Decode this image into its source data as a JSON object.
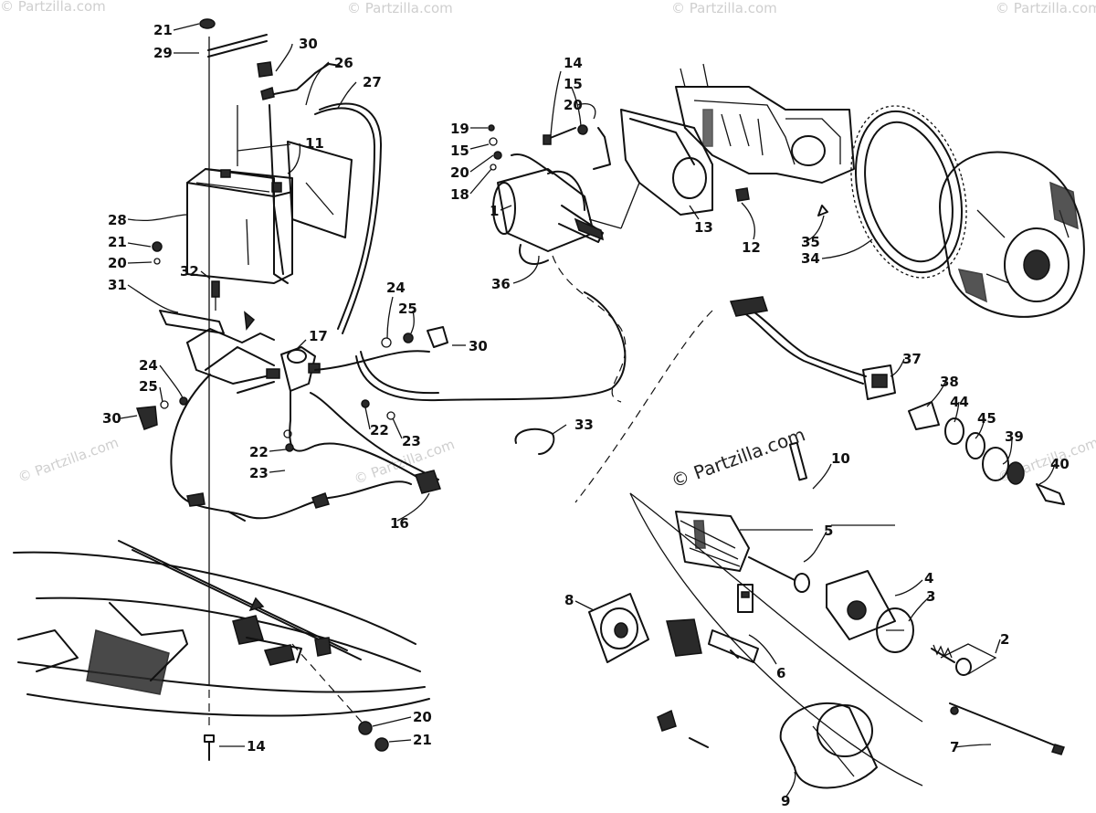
{
  "watermark": {
    "main": "© Partzilla.com",
    "faint": [
      "© Partzilla.com",
      "© Partzilla.com",
      "© Partzilla.com",
      "© Partzilla.com",
      "© Partzilla.com",
      "© Partzilla.com",
      "© Partzilla.com"
    ]
  },
  "callouts": {
    "c21a": "21",
    "c29": "29",
    "c30a": "30",
    "c26": "26",
    "c27": "27",
    "c11": "11",
    "c28": "28",
    "c21b": "21",
    "c20a": "20",
    "c32": "32",
    "c31": "31",
    "c24a": "24",
    "c25a": "25",
    "c30b": "30",
    "c24b": "24",
    "c25b": "25",
    "c30c": "30",
    "c17": "17",
    "c22a": "22",
    "c23a": "23",
    "c22b": "22",
    "c23b": "23",
    "c16": "16",
    "c14a": "14",
    "c15a": "15",
    "c20b": "20",
    "c19": "19",
    "c15b": "15",
    "c20c": "20",
    "c18": "18",
    "c1": "1",
    "c36": "36",
    "c13": "13",
    "c12": "12",
    "c35": "35",
    "c34": "34",
    "c33": "33",
    "c37": "37",
    "c38": "38",
    "c44": "44",
    "c45": "45",
    "c39": "39",
    "c40": "40",
    "c10": "10",
    "c5": "5",
    "c4": "4",
    "c3": "3",
    "c2": "2",
    "c8": "8",
    "c6": "6",
    "c7": "7",
    "c9": "9",
    "c20d": "20",
    "c21c": "21",
    "c14b": "14"
  }
}
